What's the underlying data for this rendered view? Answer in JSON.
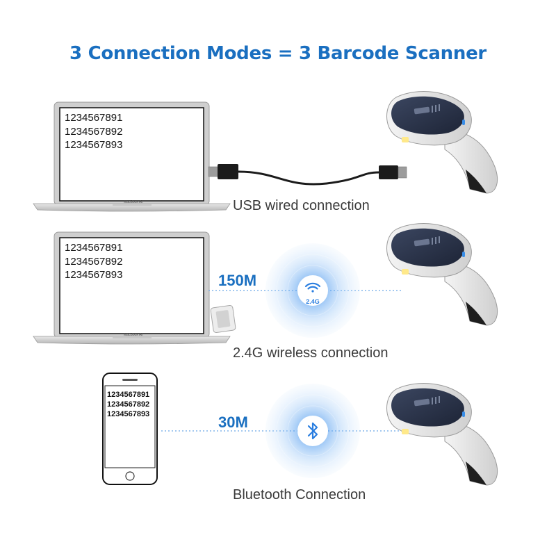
{
  "title": "3 Connection Modes = 3 Barcode Scanner",
  "colors": {
    "title": "#1a6fc0",
    "accent": "#1a6fc0",
    "signal": "#2a7ee0"
  },
  "rows": [
    {
      "device": "laptop",
      "screen_lines": [
        "1234567891",
        "1234567892",
        "1234567893"
      ],
      "brand": "MacBook Air",
      "connector_icon": "usb-cable-icon",
      "caption": "USB wired connection"
    },
    {
      "device": "laptop",
      "screen_lines": [
        "1234567891",
        "1234567892",
        "1234567893"
      ],
      "brand": "MacBook Air",
      "connector_icon": "usb-dongle-icon",
      "distance": "150M",
      "signal_icon": "wifi-icon",
      "signal_label": "2.4G",
      "caption": "2.4G wireless connection"
    },
    {
      "device": "phone",
      "screen_lines": [
        "1234567891",
        "1234567892",
        "1234567893"
      ],
      "distance": "30M",
      "signal_icon": "bluetooth-icon",
      "caption": "Bluetooth Connection"
    }
  ]
}
